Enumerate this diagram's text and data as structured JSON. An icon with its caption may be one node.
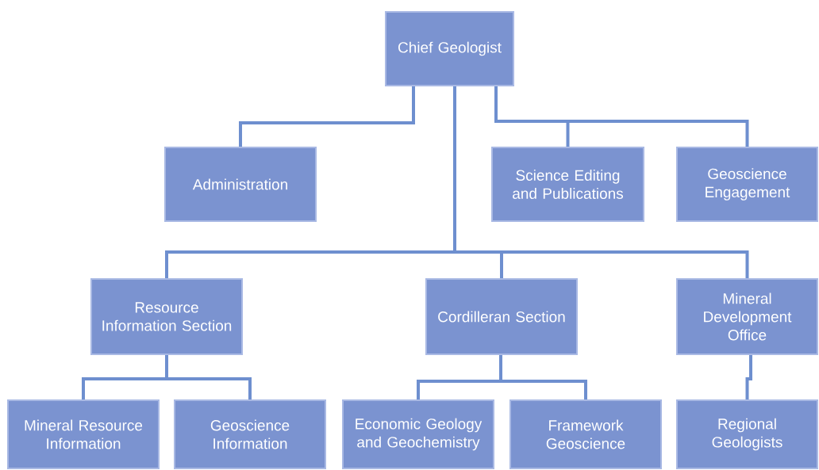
{
  "diagram": {
    "nodes": [
      {
        "text": [
          "Chief Geologist"
        ]
      },
      {
        "text": [
          "Administration"
        ]
      },
      {
        "text": [
          "Science Editing and Publications"
        ]
      },
      {
        "text": [
          "Geoscience Engagement"
        ]
      },
      {
        "text": [
          "Resource Information Section"
        ]
      },
      {
        "text": [
          "Cordilleran Section"
        ]
      },
      {
        "text": [
          "Mineral Development Office"
        ]
      },
      {
        "text": [
          "Mineral Resource Information"
        ]
      },
      {
        "text": [
          "Geoscience Information"
        ]
      },
      {
        "text": [
          "Economic Geology and Geochemistry"
        ]
      },
      {
        "text": [
          "Framework Geoscience"
        ]
      },
      {
        "text": [
          "Regional Geologists"
        ]
      }
    ],
    "edges": [
      {
        "from": 0,
        "to": 1,
        "arrow": "none"
      },
      {
        "from": 0,
        "to": 2,
        "arrow": "none"
      },
      {
        "from": 0,
        "to": 3,
        "arrow": "none"
      },
      {
        "from": 0,
        "to": 4,
        "arrow": "none"
      },
      {
        "from": 0,
        "to": 5,
        "arrow": "none"
      },
      {
        "from": 0,
        "to": 6,
        "arrow": "none"
      },
      {
        "from": 4,
        "to": 7,
        "arrow": "none"
      },
      {
        "from": 4,
        "to": 8,
        "arrow": "none"
      },
      {
        "from": 5,
        "to": 9,
        "arrow": "none"
      },
      {
        "from": 5,
        "to": 10,
        "arrow": "none"
      },
      {
        "from": 6,
        "to": 11,
        "arrow": "none"
      }
    ]
  }
}
